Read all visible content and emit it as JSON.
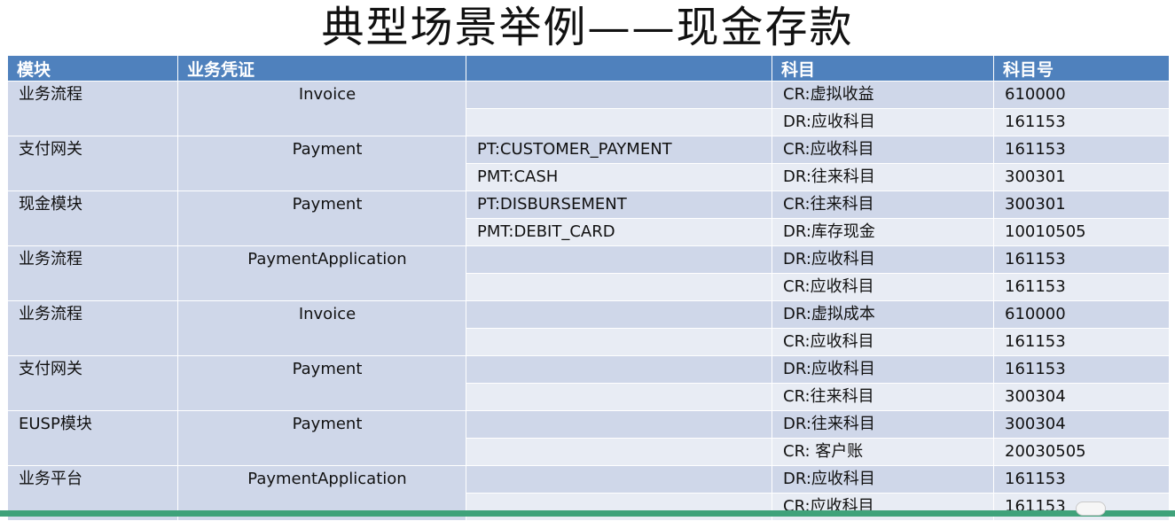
{
  "title": "典型场景举例——现金存款",
  "headers": [
    "模块",
    "业务凭证",
    "",
    "科目",
    "科目号"
  ],
  "groups": [
    {
      "module": "业务流程",
      "doc": "Invoice",
      "rows": [
        {
          "type": "",
          "account": "CR:虚拟收益",
          "code": "610000"
        },
        {
          "type": "",
          "account": "DR:应收科目",
          "code": "161153"
        }
      ]
    },
    {
      "module": "支付网关",
      "doc": "Payment",
      "rows": [
        {
          "type": "PT:CUSTOMER_PAYMENT",
          "account": "CR:应收科目",
          "code": "161153"
        },
        {
          "type": "PMT:CASH",
          "account": "DR:往来科目",
          "code": "300301"
        }
      ]
    },
    {
      "module": "现金模块",
      "doc": "Payment",
      "rows": [
        {
          "type": "PT:DISBURSEMENT",
          "account": "CR:往来科目",
          "code": "300301"
        },
        {
          "type": "PMT:DEBIT_CARD",
          "account": "DR:库存现金",
          "code": "10010505"
        }
      ]
    },
    {
      "module": "业务流程",
      "doc": "PaymentApplication",
      "rows": [
        {
          "type": "",
          "account": "DR:应收科目",
          "code": "161153"
        },
        {
          "type": "",
          "account": "CR:应收科目",
          "code": "161153"
        }
      ]
    },
    {
      "module": "业务流程",
      "doc": "Invoice",
      "rows": [
        {
          "type": "",
          "account": "DR:虚拟成本",
          "code": "610000"
        },
        {
          "type": "",
          "account": "CR:应收科目",
          "code": "161153"
        }
      ]
    },
    {
      "module": "支付网关",
      "doc": "Payment",
      "rows": [
        {
          "type": "",
          "account": "DR:应收科目",
          "code": "161153"
        },
        {
          "type": "",
          "account": "CR:往来科目",
          "code": "300304"
        }
      ]
    },
    {
      "module": "EUSP模块",
      "doc": "Payment",
      "rows": [
        {
          "type": "",
          "account": "DR:往来科目",
          "code": "300304"
        },
        {
          "type": "",
          "account": "CR: 客户账",
          "code": "20030505"
        }
      ]
    },
    {
      "module": "业务平台",
      "doc": "PaymentApplication",
      "rows": [
        {
          "type": "",
          "account": "DR:应收科目",
          "code": "161153"
        },
        {
          "type": "",
          "account": "CR:应收科目",
          "code": "161153"
        }
      ]
    }
  ]
}
